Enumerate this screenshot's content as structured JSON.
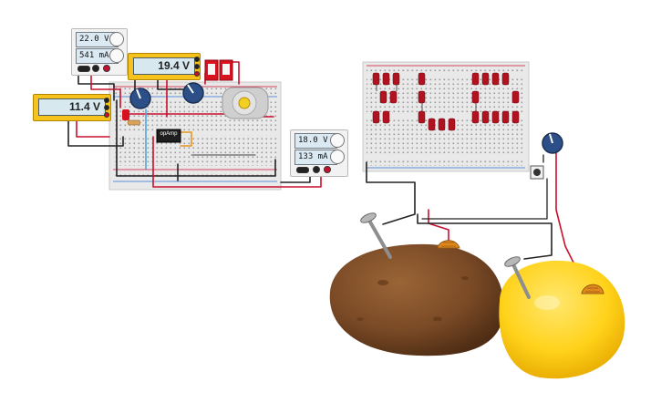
{
  "supplies": [
    {
      "id": "supply-top-left",
      "voltage": "22.0 V",
      "current": "541 mA"
    },
    {
      "id": "supply-center",
      "voltage": "18.0 V",
      "current": "133 mA"
    }
  ],
  "meters": [
    {
      "id": "meter-top",
      "reading": "19.4 V"
    },
    {
      "id": "meter-left",
      "reading": "11.4 V"
    }
  ],
  "components": {
    "opamp_label": "opAmp"
  },
  "colors": {
    "wire_red": "#c8102e",
    "wire_black": "#222222",
    "wire_blue": "#4fa6d9",
    "meter_body": "#f6c21c",
    "potato": "#7a4a26",
    "lemon": "#ffd21a"
  }
}
